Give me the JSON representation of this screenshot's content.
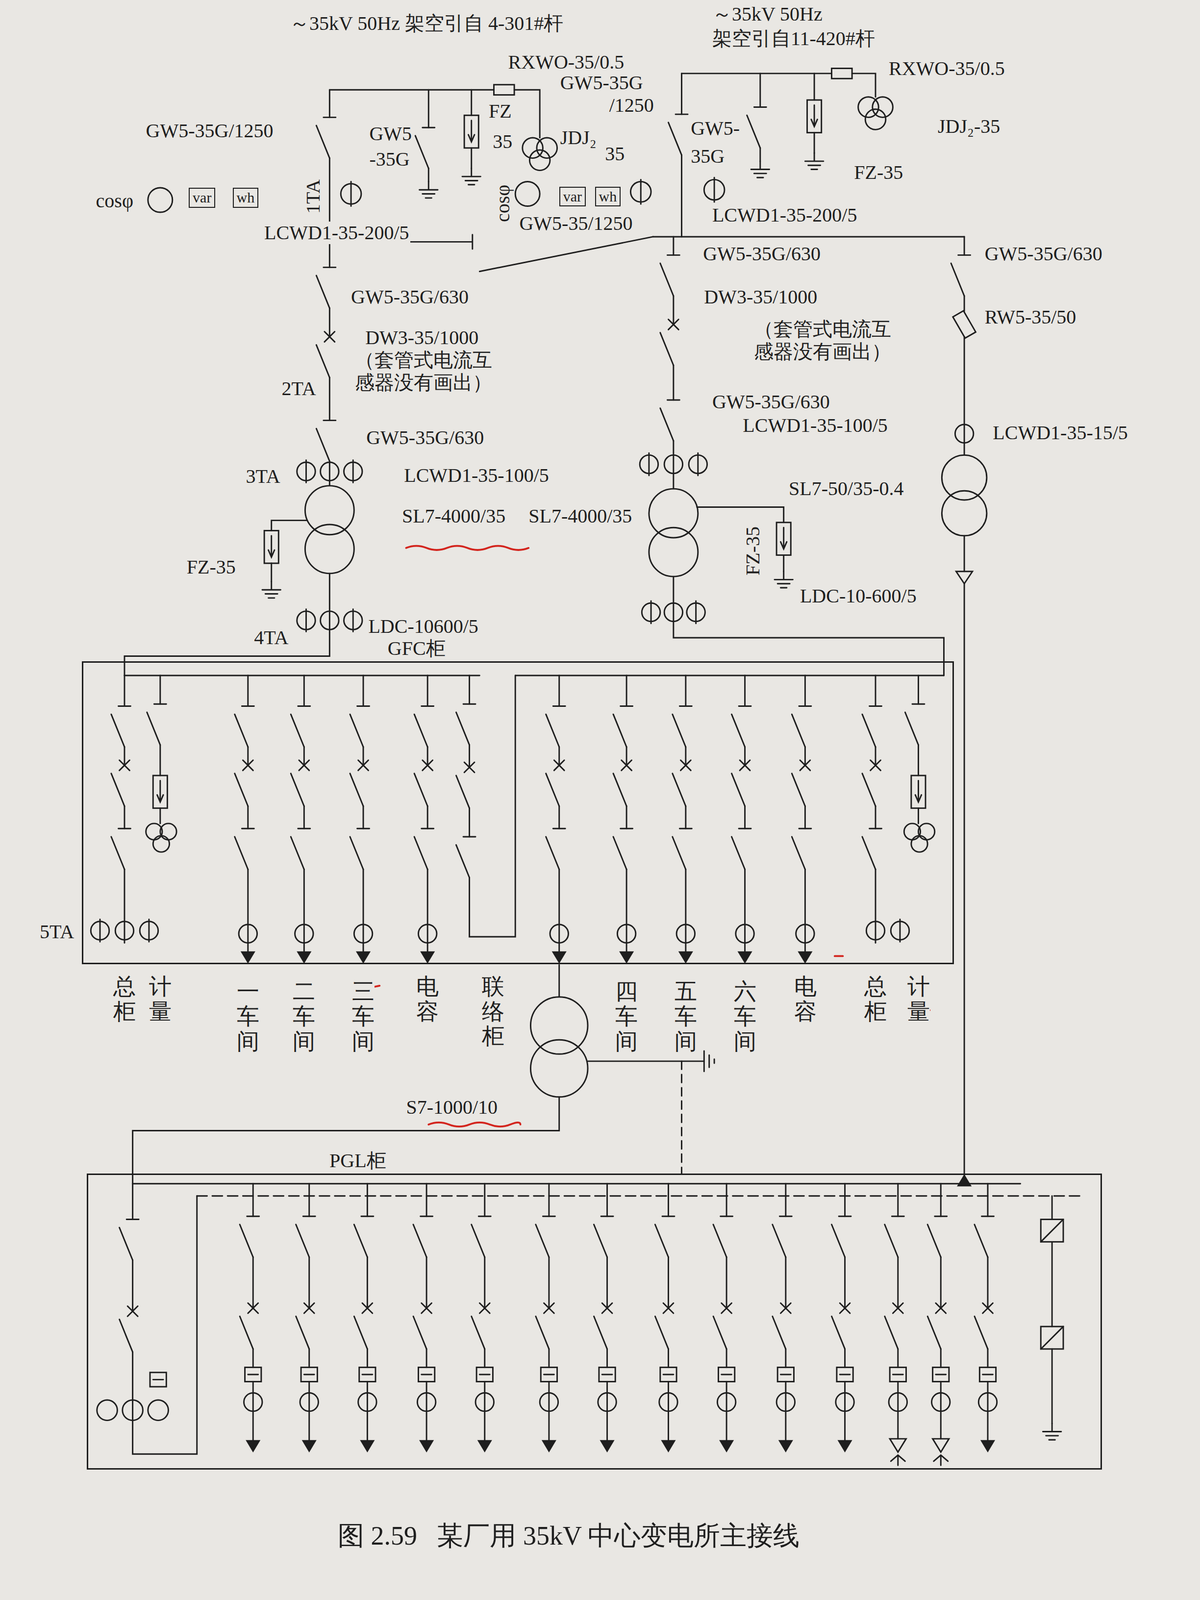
{
  "diagram": {
    "caption": "图 2.59   某厂用 35kV 中心变电所主接线",
    "nodes": [
      {
        "text": [
          "var"
        ]
      },
      {
        "text": [
          "wh"
        ]
      },
      {
        "text": [
          "var"
        ]
      },
      {
        "text": [
          "wh"
        ]
      },
      {
        "text": [
          "GFC柜"
        ]
      },
      {
        "text": [
          "PGL柜"
        ]
      }
    ],
    "edges": [
      {
        "from": 4,
        "to": 5,
        "arrow": "none"
      }
    ],
    "labels": [
      "～35kV 50Hz 架空引自 4-301#杆",
      "～35kV 50Hz",
      "架空引自11-420#杆",
      "RXWO-35/0.5",
      "GW5-35G",
      "/1250",
      "FZ",
      "35",
      "JDJ₂",
      "35",
      "RXWO-35/0.5",
      "GW5-35G/1250",
      "GW5",
      "-35G",
      "GW5-",
      "35G",
      "JDJ₂-35",
      "FZ-35",
      "1TA",
      "cosφ",
      "cosφ",
      "LCWD1-35-200/5",
      "GW5-35/1250",
      "LCWD1-35-200/5",
      "GW5-35G/630",
      "GW5-35G/630",
      "GW5-35G/630",
      "DW3-35/1000",
      "RW5-35/50",
      "DW3-35/1000",
      "（套管式电流互 感器没有画出）",
      "（套管式电流互 感器没有画出）",
      "2TA",
      "GW5-35G/630",
      "LCWD1-35-100/5",
      "GW5-35G/630",
      "LCWD1-35-15/5",
      "3TA",
      "LCWD1-35-100/5",
      "SL7-50/35-0.4",
      "SL7-4000/35",
      "SL7-4000/35",
      "FZ-35",
      "FZ-35",
      "LDC-10-600/5",
      "LDC-10600/5",
      "4TA",
      "5TA",
      "总柜",
      "计量",
      "一车间",
      "二车间",
      "三车间",
      "电容",
      "联络柜",
      "四车间",
      "五车间",
      "六车间",
      "电容",
      "总柜",
      "计量",
      "S7-1000/10"
    ]
  }
}
